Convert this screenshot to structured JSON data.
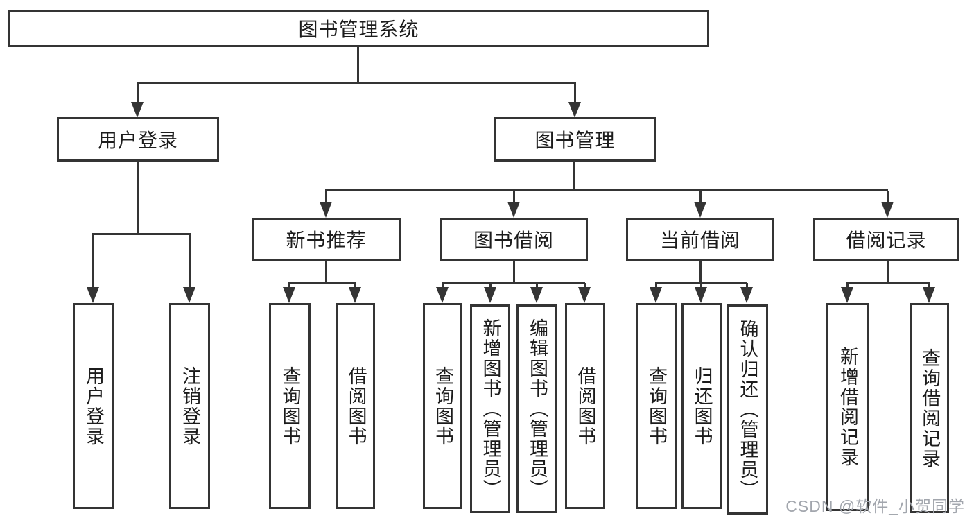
{
  "diagram": {
    "type": "hierarchy-tree",
    "title": "图书管理系统",
    "orientation": "top-down",
    "leaf_text_direction": "vertical",
    "tree": {
      "label": "图书管理系统",
      "children": [
        {
          "label": "用户登录",
          "children": [
            {
              "label": "用户登录"
            },
            {
              "label": "注销登录"
            }
          ]
        },
        {
          "label": "图书管理",
          "children": [
            {
              "label": "新书推荐",
              "children": [
                {
                  "label": "查询图书"
                },
                {
                  "label": "借阅图书"
                }
              ]
            },
            {
              "label": "图书借阅",
              "children": [
                {
                  "label": "查询图书"
                },
                {
                  "label": "新增图书（管理员）"
                },
                {
                  "label": "编辑图书（管理员）"
                },
                {
                  "label": "借阅图书"
                }
              ]
            },
            {
              "label": "当前借阅",
              "children": [
                {
                  "label": "查询图书"
                },
                {
                  "label": "归还图书"
                },
                {
                  "label": "确认归还（管理员）"
                }
              ]
            },
            {
              "label": "借阅记录",
              "children": [
                {
                  "label": "新增借阅记录"
                },
                {
                  "label": "查询借阅记录"
                }
              ]
            }
          ]
        }
      ]
    },
    "colors": {
      "line": "#343434",
      "node_border": "#343434",
      "node_fill": "#ffffff",
      "text": "#1c1c1c",
      "background": "#ffffff",
      "watermark": "#a2a6ad"
    }
  },
  "watermark": {
    "text": "CSDN @软件_小贺同学"
  }
}
